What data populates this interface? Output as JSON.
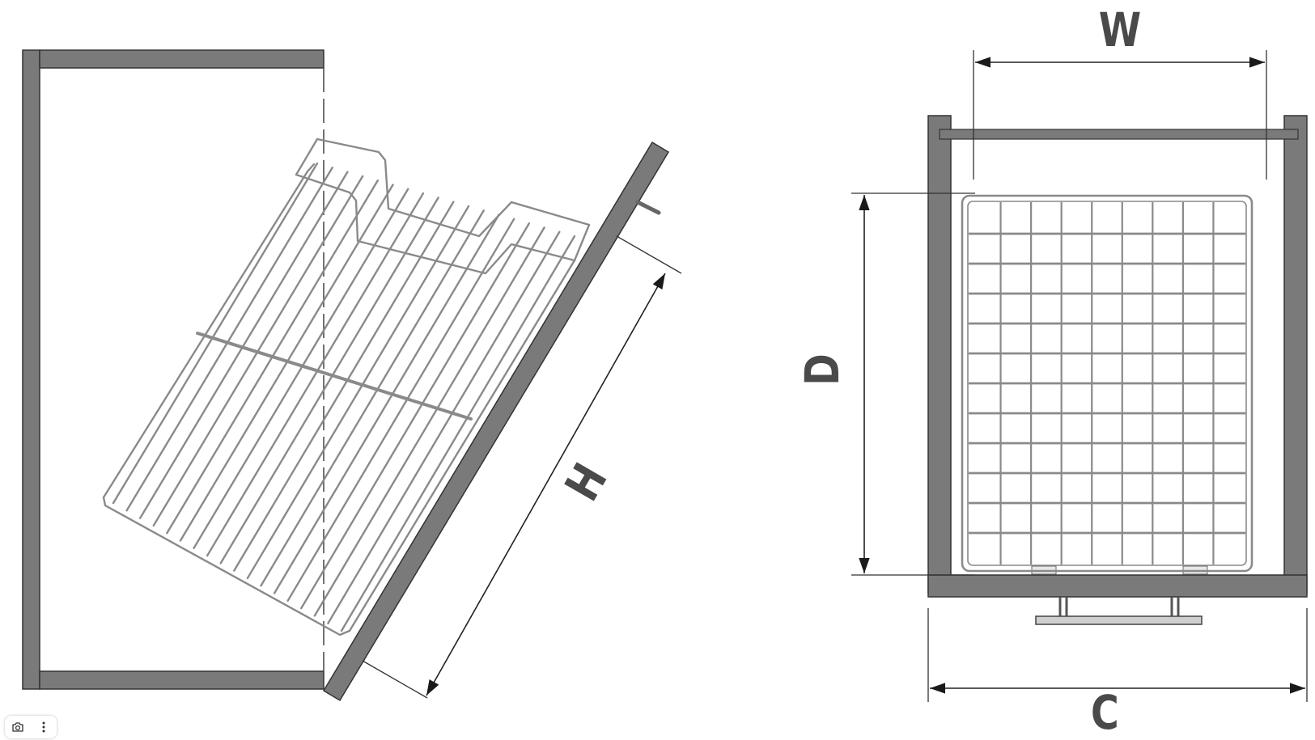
{
  "labels": {
    "width": "W",
    "depth": "D",
    "height": "H",
    "cabinet": "C"
  },
  "colors": {
    "panel": "#7a7a7a",
    "line": "#4a4a4a",
    "wire": "#8a8a8a",
    "background": "#ffffff"
  },
  "toolbar": {
    "icons": [
      "camera-icon",
      "more-vertical-icon"
    ]
  }
}
